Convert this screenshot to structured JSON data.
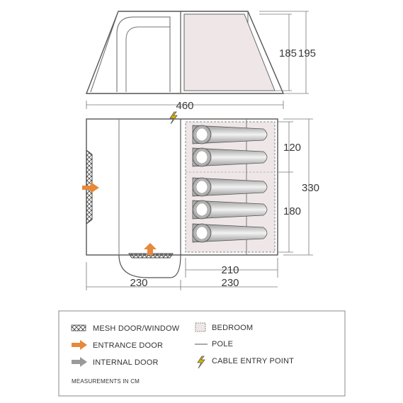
{
  "dimensions": {
    "inner_height": "185",
    "outer_height": "195",
    "total_length": "460",
    "bedroom_top_width": "120",
    "bedroom_bottom_width": "180",
    "total_width": "330",
    "bedroom_depth": "210",
    "left_section": "230",
    "right_section": "230"
  },
  "legend": {
    "mesh": "MESH DOOR/WINDOW",
    "entrance": "ENTRANCE DOOR",
    "internal": "INTERNAL DOOR",
    "bedroom": "BEDROOM",
    "pole": "POLE",
    "cable": "CABLE ENTRY POINT",
    "note": "MEASUREMENTS IN CM"
  },
  "colors": {
    "line": "#555555",
    "bedroom_fill": "#efe7e7",
    "entrance_arrow": "#e8883a",
    "internal_arrow": "#9a9a9a",
    "cable": "#d7b400"
  }
}
